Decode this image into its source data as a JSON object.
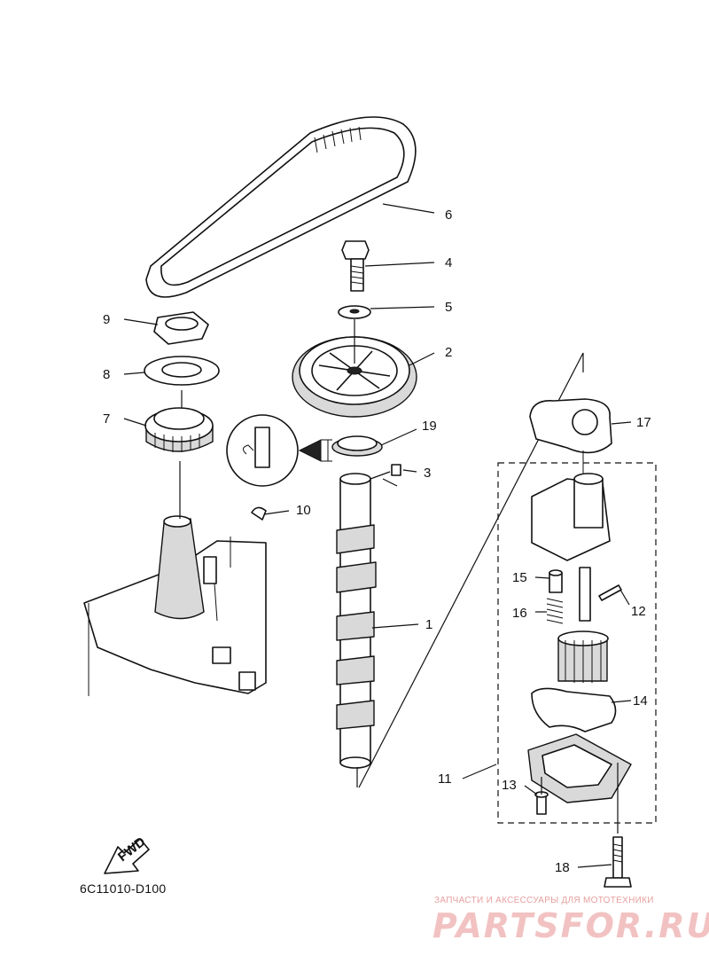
{
  "diagram": {
    "document_code": "6C11010-D100",
    "fwd_label": "FWD",
    "callouts": {
      "c1": "1",
      "c2": "2",
      "c3": "3",
      "c4": "4",
      "c5": "5",
      "c6": "6",
      "c7": "7",
      "c8": "8",
      "c9": "9",
      "c10": "10",
      "c11": "11",
      "c12": "12",
      "c13": "13",
      "c14": "14",
      "c15": "15",
      "c16": "16",
      "c17": "17",
      "c18": "18",
      "c19": "19"
    }
  },
  "watermark": {
    "subtitle": "ЗАПЧАСТИ И АКСЕССУАРЫ ДЛЯ МОТОТЕХНИКИ",
    "logo": "PARTSFOR.RU",
    "logo_color": "#f2c2c2"
  }
}
